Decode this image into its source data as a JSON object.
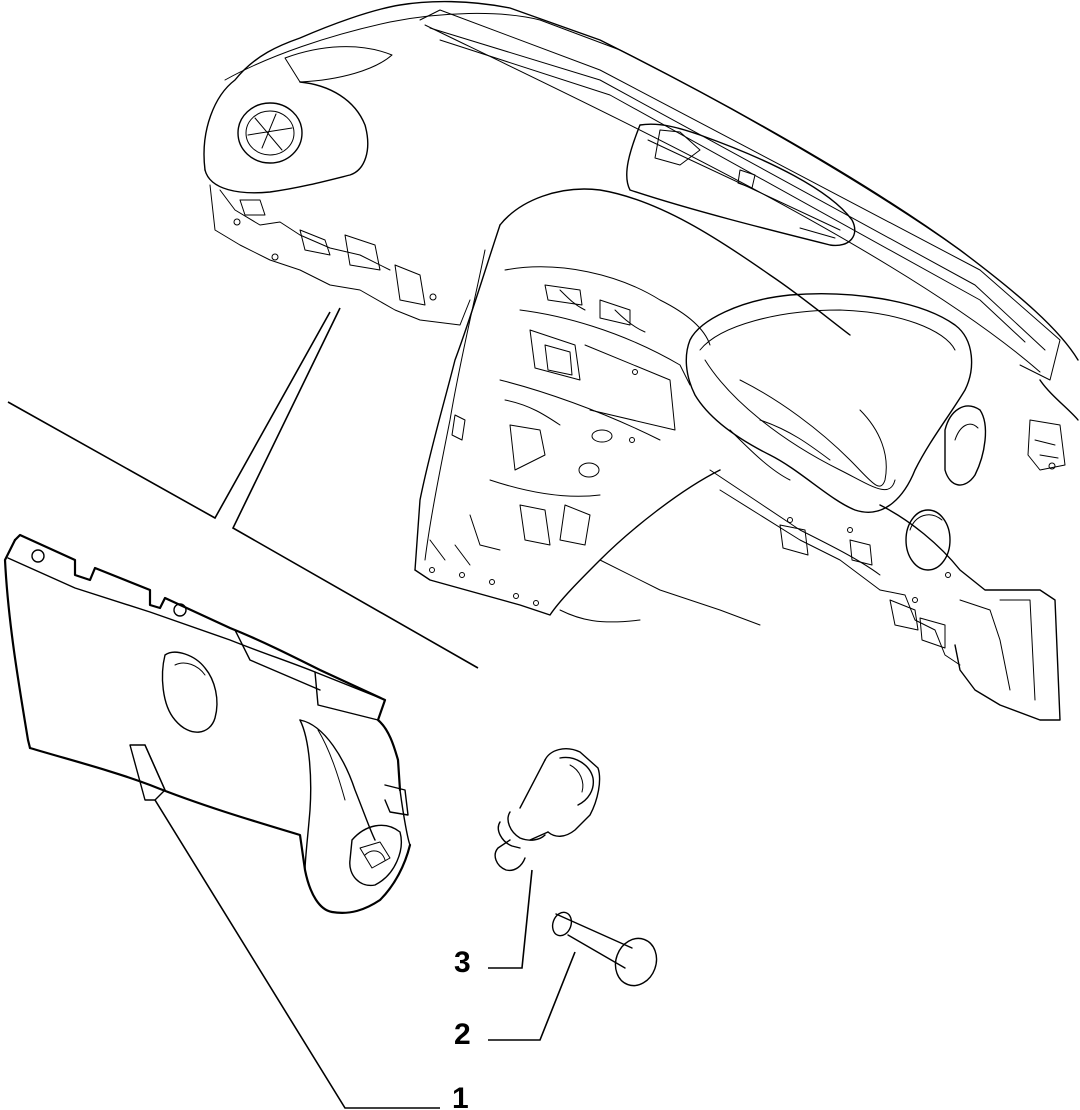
{
  "callouts": {
    "part_1": "1",
    "part_2": "2",
    "part_3": "3"
  }
}
